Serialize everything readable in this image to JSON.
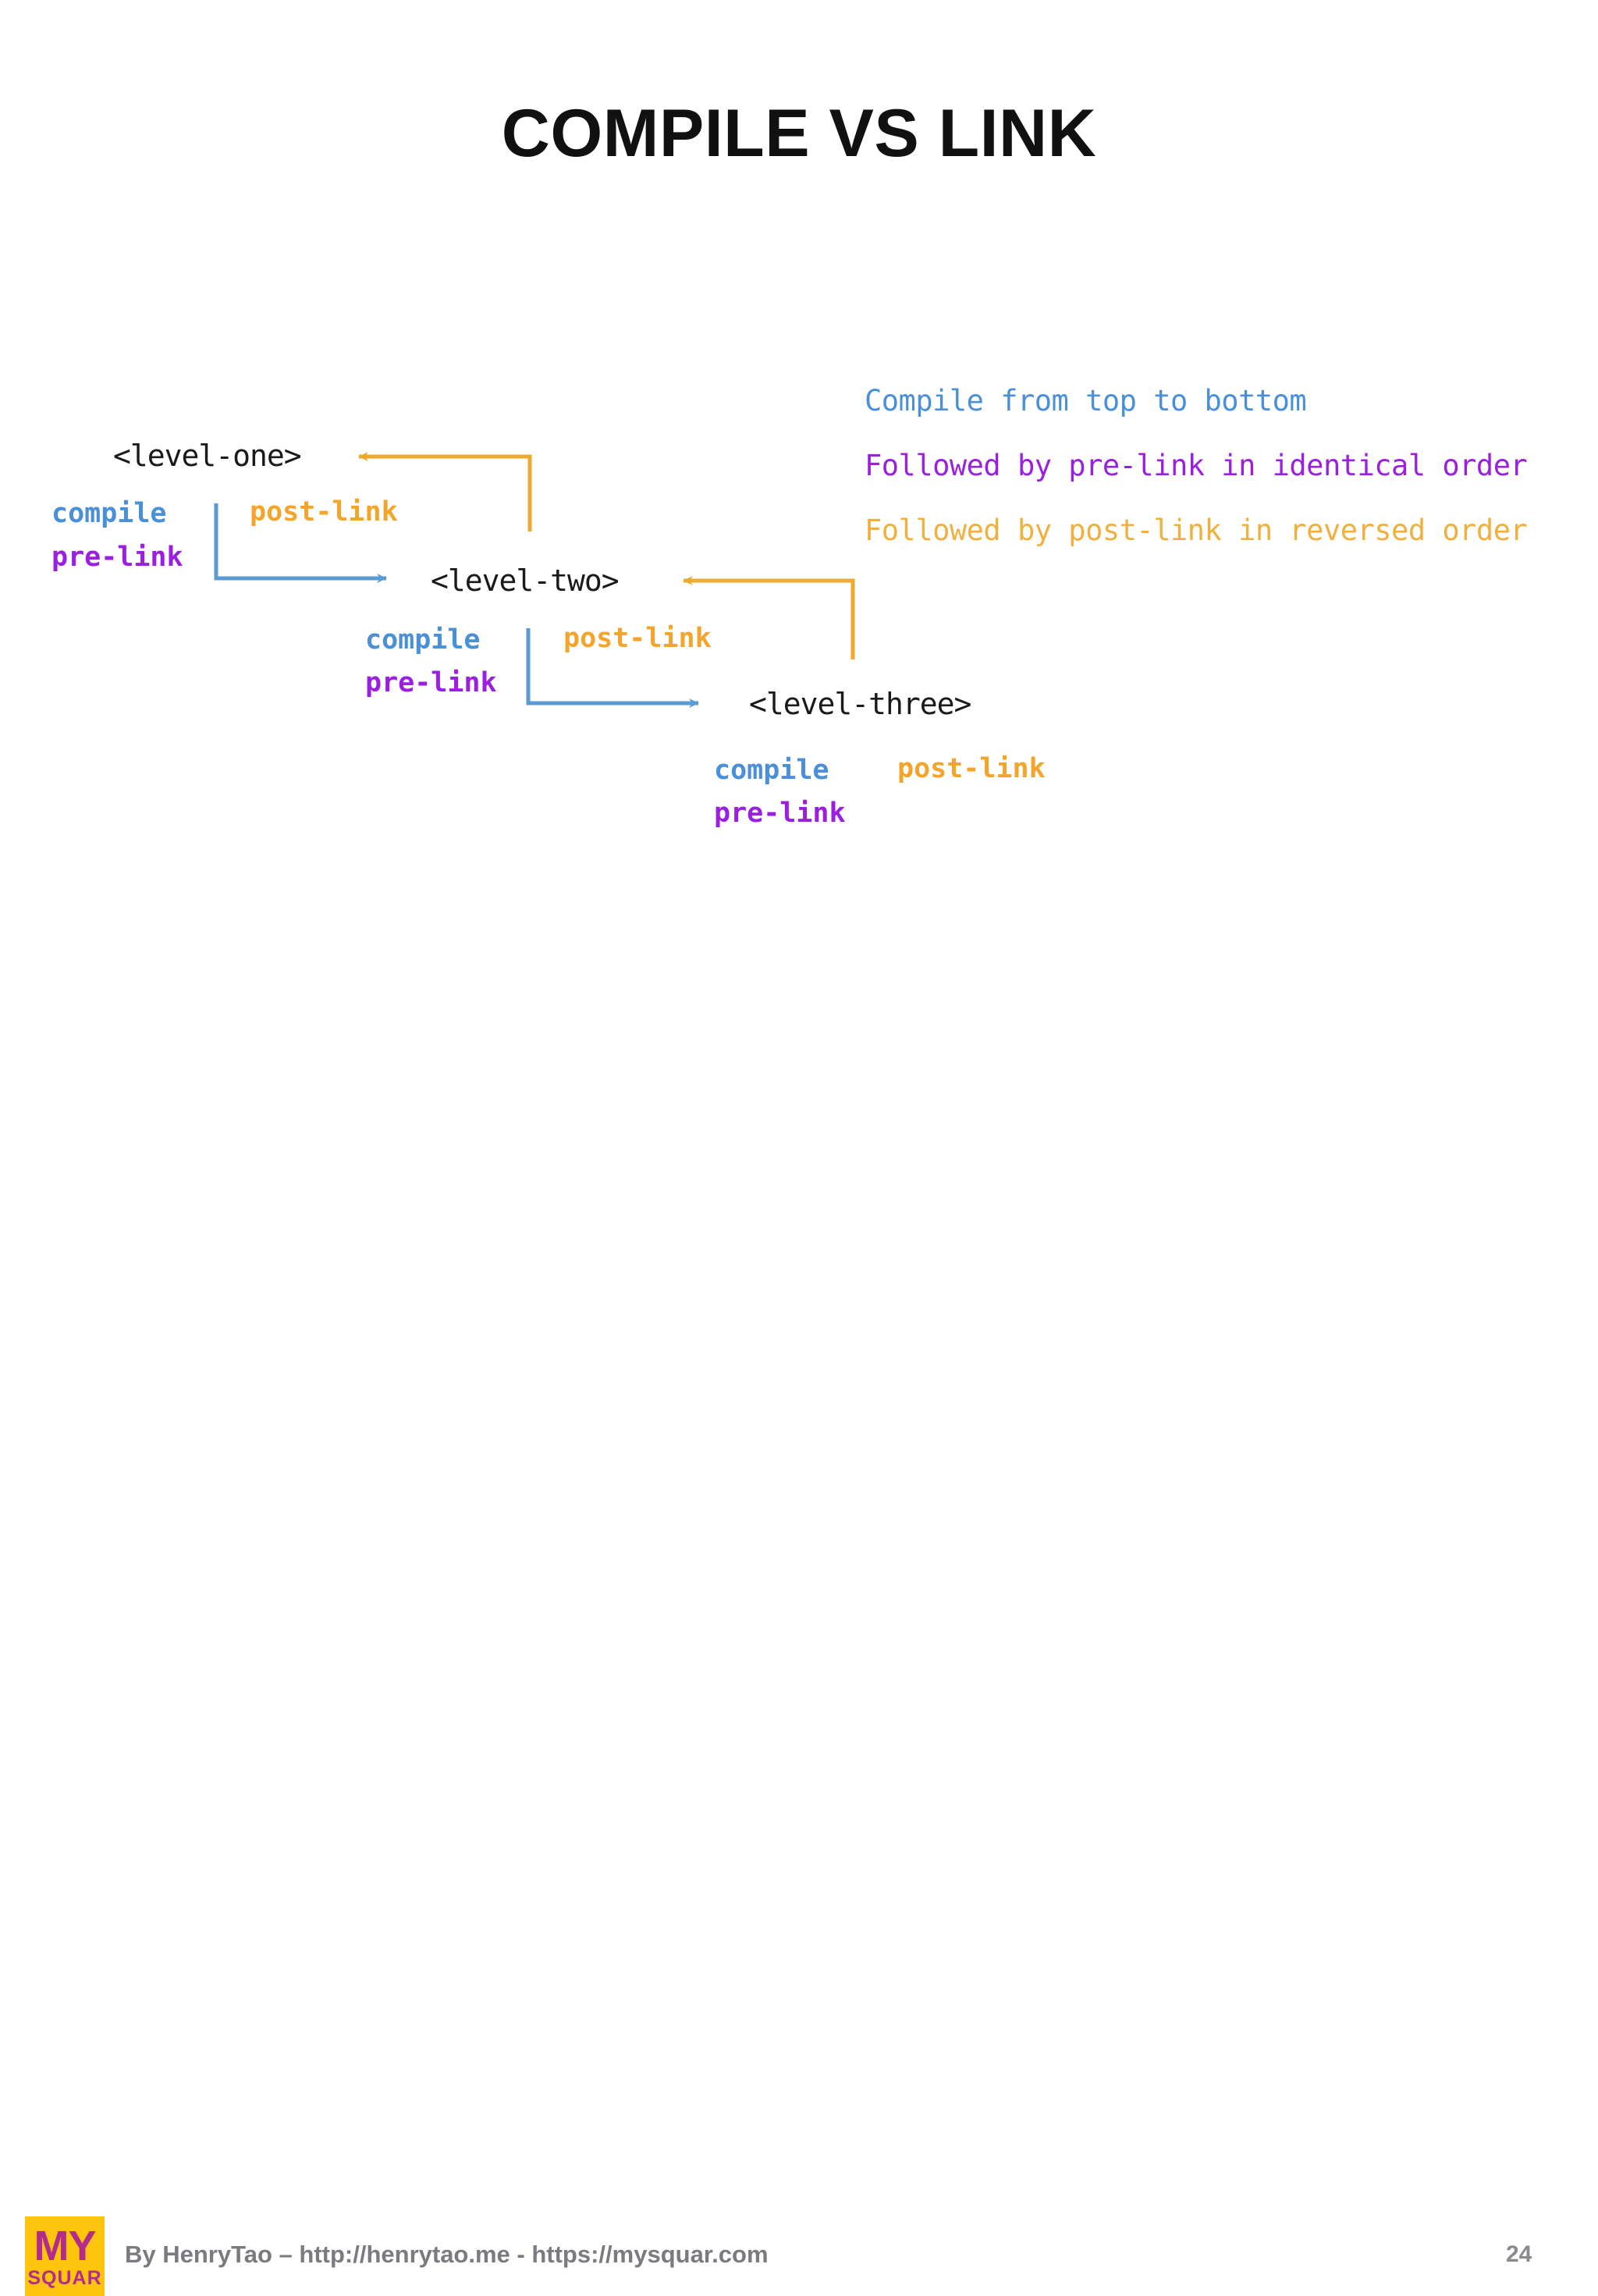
{
  "slide": {
    "title": "COMPILE VS LINK",
    "page_number": "24"
  },
  "diagram": {
    "nodes": [
      {
        "name": "level-one",
        "label": "<level-one>"
      },
      {
        "name": "level-two",
        "label": "<level-two>"
      },
      {
        "name": "level-three",
        "label": "<level-three>"
      }
    ],
    "phase_labels": {
      "compile": "compile",
      "pre_link": "pre-link",
      "post_link": "post-link"
    },
    "level_one": {
      "compile": "compile",
      "pre_link": "pre-link",
      "post_link": "post-link"
    },
    "level_two": {
      "compile": "compile",
      "pre_link": "pre-link",
      "post_link": "post-link"
    },
    "level_three": {
      "compile": "compile",
      "pre_link": "pre-link",
      "post_link": "post-link"
    },
    "colors": {
      "compile": "#4a90d9",
      "pre_link": "#9b1fe0",
      "post_link": "#f3a42a",
      "node_text": "#1a1a1a",
      "arrow_down": "#5b9bd5",
      "arrow_up": "#efa930"
    }
  },
  "legend": {
    "lines": [
      {
        "name": "compile-order",
        "text": "Compile from top to bottom",
        "color": "#4a8fdb"
      },
      {
        "name": "pre-link-order",
        "text": "Followed by pre-link in identical order",
        "color": "#9b1fe0"
      },
      {
        "name": "post-link-order",
        "text": "Followed by post-link in reversed order",
        "color": "#f0b040"
      }
    ]
  },
  "footer": {
    "logo": {
      "top": "MY",
      "bottom": "SQUAR",
      "bg": "#FFC40C",
      "fg": "#B52B8C"
    },
    "credit": "By HenryTao – http://henrytao.me - https://mysquar.com"
  }
}
